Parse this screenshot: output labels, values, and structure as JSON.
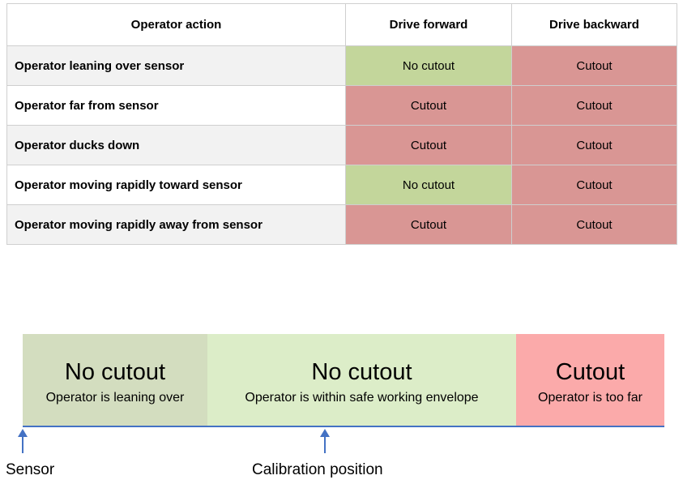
{
  "colors": {
    "no_cutout_cell": "#c3d69b",
    "cutout_cell": "#d99694",
    "zone_leaning": "#d3ddbf",
    "zone_safe": "#dcedc8",
    "zone_too_far": "#fbaaaa",
    "baseline": "#4472c4"
  },
  "table": {
    "headers": [
      "Operator action",
      "Drive forward",
      "Drive backward"
    ],
    "rows": [
      {
        "action": "Operator leaning over sensor",
        "forward": "No cutout",
        "backward": "Cutout"
      },
      {
        "action": "Operator far from sensor",
        "forward": "Cutout",
        "backward": "Cutout"
      },
      {
        "action": "Operator ducks down",
        "forward": "Cutout",
        "backward": "Cutout"
      },
      {
        "action": "Operator moving rapidly toward sensor",
        "forward": "No cutout",
        "backward": "Cutout"
      },
      {
        "action": "Operator moving rapidly away from sensor",
        "forward": "Cutout",
        "backward": "Cutout"
      }
    ]
  },
  "diagram": {
    "zones": [
      {
        "title": "No cutout",
        "subtitle": "Operator is leaning over"
      },
      {
        "title": "No cutout",
        "subtitle": "Operator is within safe working envelope"
      },
      {
        "title": "Cutout",
        "subtitle": "Operator is too far"
      }
    ],
    "markers": [
      {
        "label": "Sensor",
        "icon": "up-arrow-icon"
      },
      {
        "label": "Calibration position",
        "icon": "up-arrow-icon"
      }
    ]
  }
}
